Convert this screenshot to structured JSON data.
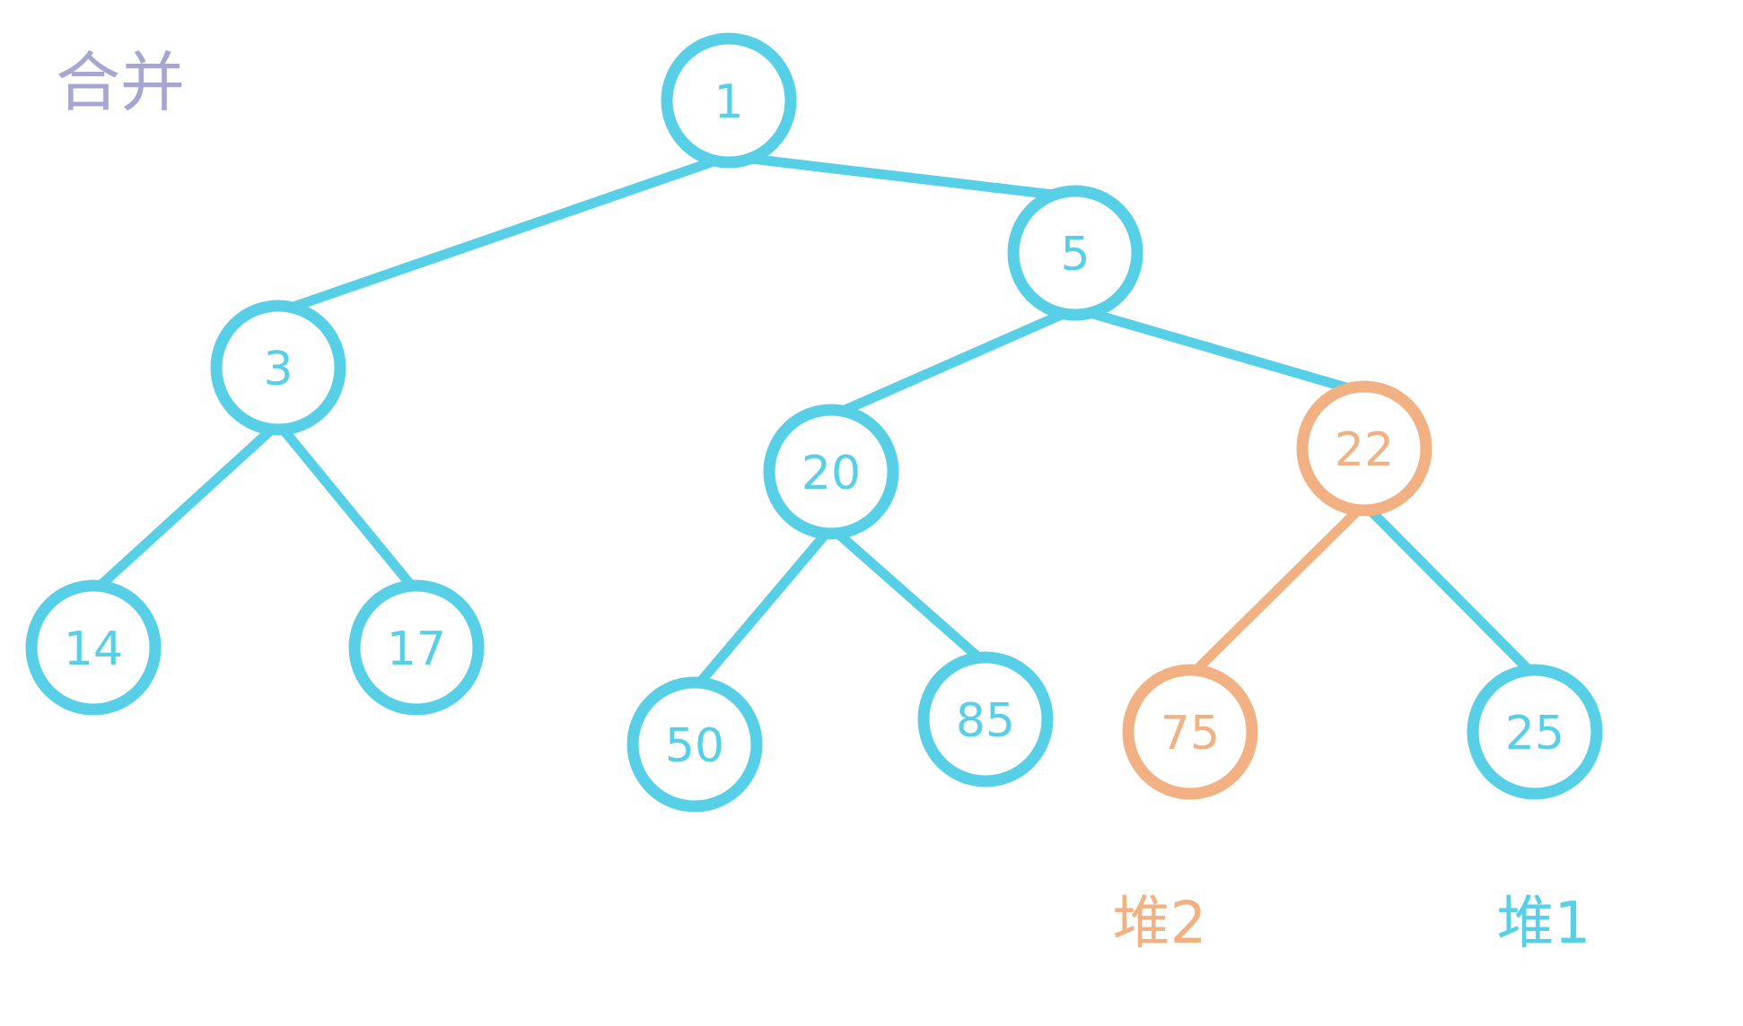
{
  "title": "合并",
  "colors": {
    "heap1": "#56cfe7",
    "heap2": "#f2b183",
    "title": "#a7a6d0",
    "fill": "#ffffff"
  },
  "nodes": [
    {
      "id": "n1",
      "label": "1",
      "heap": "heap1"
    },
    {
      "id": "n3",
      "label": "3",
      "heap": "heap1"
    },
    {
      "id": "n5",
      "label": "5",
      "heap": "heap1"
    },
    {
      "id": "n14",
      "label": "14",
      "heap": "heap1"
    },
    {
      "id": "n17",
      "label": "17",
      "heap": "heap1"
    },
    {
      "id": "n20",
      "label": "20",
      "heap": "heap1"
    },
    {
      "id": "n22",
      "label": "22",
      "heap": "heap2"
    },
    {
      "id": "n50",
      "label": "50",
      "heap": "heap1"
    },
    {
      "id": "n85",
      "label": "85",
      "heap": "heap1"
    },
    {
      "id": "n75",
      "label": "75",
      "heap": "heap2"
    },
    {
      "id": "n25",
      "label": "25",
      "heap": "heap1"
    }
  ],
  "edges": [
    {
      "from": "n1",
      "to": "n3",
      "heap": "heap1"
    },
    {
      "from": "n1",
      "to": "n5",
      "heap": "heap1"
    },
    {
      "from": "n3",
      "to": "n14",
      "heap": "heap1"
    },
    {
      "from": "n3",
      "to": "n17",
      "heap": "heap1"
    },
    {
      "from": "n5",
      "to": "n20",
      "heap": "heap1"
    },
    {
      "from": "n5",
      "to": "n22",
      "heap": "heap1"
    },
    {
      "from": "n20",
      "to": "n50",
      "heap": "heap1"
    },
    {
      "from": "n20",
      "to": "n85",
      "heap": "heap1"
    },
    {
      "from": "n22",
      "to": "n75",
      "heap": "heap2"
    },
    {
      "from": "n22",
      "to": "n25",
      "heap": "heap1"
    }
  ],
  "captions": [
    {
      "id": "cap-heap2",
      "text": "堆2",
      "heap": "heap2"
    },
    {
      "id": "cap-heap1",
      "text": "堆1",
      "heap": "heap1"
    }
  ]
}
